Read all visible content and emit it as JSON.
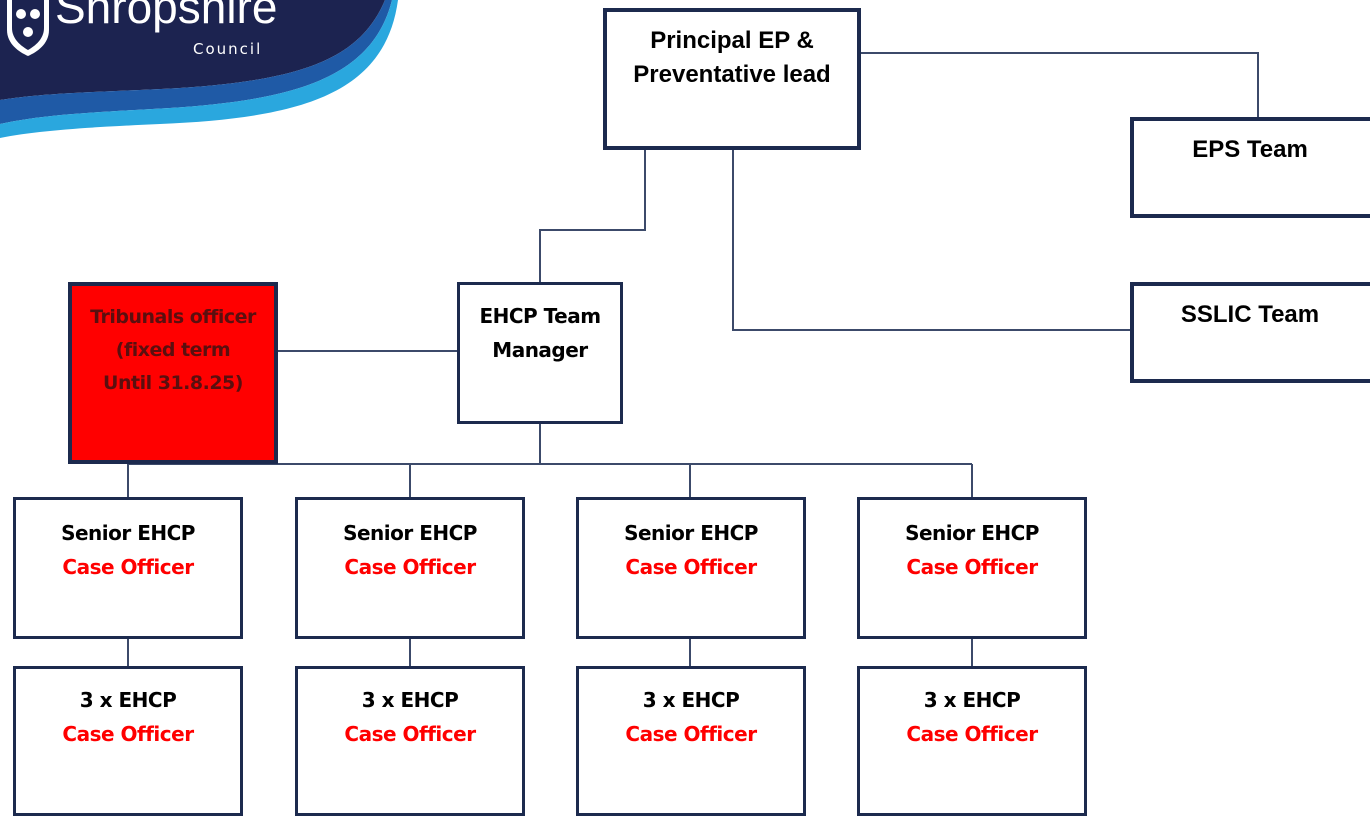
{
  "logo": {
    "wordmark": "Shropshire",
    "sub": "Council",
    "colors": {
      "navy": "#1c2350",
      "blue": "#1f5aa6",
      "cyan": "#2aa7de"
    }
  },
  "colors": {
    "border": "#1c2a4e",
    "connector": "#3c4a6a",
    "highlight": "#ff0000",
    "accent_text": "#ff0000"
  },
  "nodes": {
    "principal": {
      "lines": [
        "Principal EP &",
        "Preventative lead"
      ]
    },
    "eps": {
      "lines": [
        "EPS Team"
      ]
    },
    "sslic": {
      "lines": [
        "SSLIC Team"
      ]
    },
    "ehcp_manager": {
      "lines": [
        "EHCP Team",
        "Manager"
      ]
    },
    "tribunals": {
      "lines": [
        "Tribunals officer",
        "(fixed term",
        "Until 31.8.25)"
      ]
    },
    "senior": [
      {
        "line1": "Senior EHCP",
        "line2": "Case Officer"
      },
      {
        "line1": "Senior EHCP",
        "line2": "Case Officer"
      },
      {
        "line1": "Senior EHCP",
        "line2": "Case Officer"
      },
      {
        "line1": "Senior EHCP",
        "line2": "Case Officer"
      }
    ],
    "officers": [
      {
        "line1": "3 x EHCP",
        "line2": "Case Officer"
      },
      {
        "line1": "3 x EHCP",
        "line2": "Case Officer"
      },
      {
        "line1": "3 x EHCP",
        "line2": "Case Officer"
      },
      {
        "line1": "3 x EHCP",
        "line2": "Case Officer"
      }
    ]
  }
}
